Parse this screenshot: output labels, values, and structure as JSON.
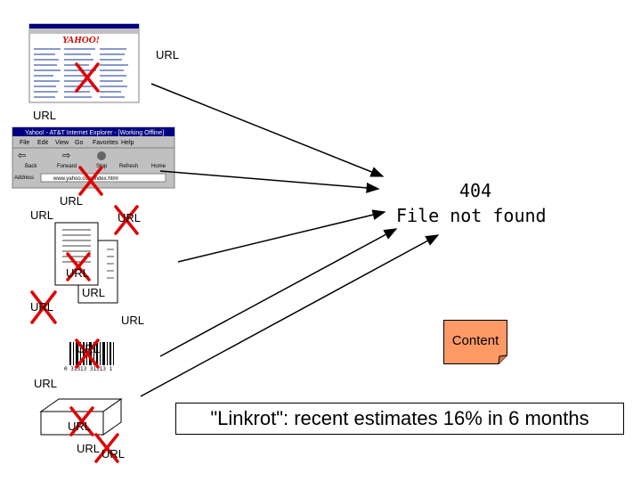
{
  "url_labels": {
    "yahoo_shot": "URL",
    "browser_shot": "URL",
    "docs_top": "URL",
    "docs_left": "URL",
    "docs_right": "URL",
    "docs_page1": "URL",
    "docs_page2": "URL",
    "docs_bottom_left": "URL",
    "docs_bottom": "URL",
    "barcode": "URL",
    "barcode_below": "URL",
    "box_top": "URL",
    "box_bottom1": "URL",
    "box_bottom2": "URL"
  },
  "error_message": {
    "line1": "404",
    "line2": "File not found"
  },
  "content_note": "Content",
  "linkrot_quote": "\"Linkrot\": recent estimates 16% in 6 months",
  "browser_title": "Yahoo! - AT&T Internet Explorer - [Working Offline]",
  "browser_menu": [
    "File",
    "Edit",
    "View",
    "Go",
    "Favorites",
    "Help"
  ],
  "browser_buttons": [
    "Back",
    "Forward",
    "Stop",
    "Refresh",
    "Home"
  ],
  "browser_address_label": "Address",
  "browser_address": "www.yahoo.com/index.html",
  "barcode_digits": "0 31313 31313 1",
  "colors": {
    "cross": "#e00000",
    "note_fill": "#ff9966",
    "title_bar": "#000080",
    "window_gray": "#c0c0c0"
  }
}
